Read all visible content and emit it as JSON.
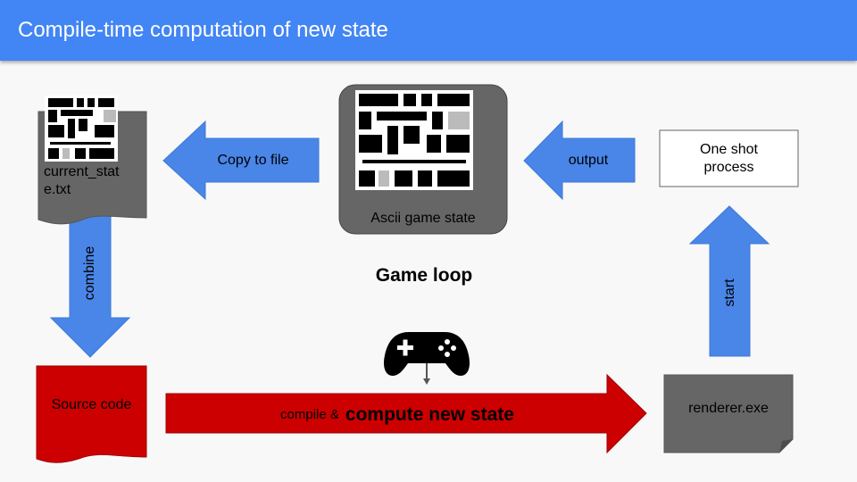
{
  "header": {
    "title": "Compile-time computation of new state"
  },
  "nodes": {
    "current_file": "current_stat\ne.txt",
    "ascii_state": "Ascii game state",
    "one_shot": "One shot\nprocess",
    "source_code": "Source code",
    "renderer": "renderer.exe"
  },
  "arrows": {
    "copy": "Copy to file",
    "output": "output",
    "combine": "combine",
    "start": "start",
    "compile_prefix": "compile &",
    "compile_emph": "compute new state"
  },
  "center_label": "Game loop",
  "icons": {
    "gamepad": "gamepad-icon",
    "mini_ascii_small": "ascii-art-thumbnail",
    "mini_ascii_large": "ascii-art-thumbnail"
  },
  "colors": {
    "header": "#4285f4",
    "arrow_blue": "#4a86e8",
    "red": "#cc0000",
    "gray": "#666666"
  }
}
